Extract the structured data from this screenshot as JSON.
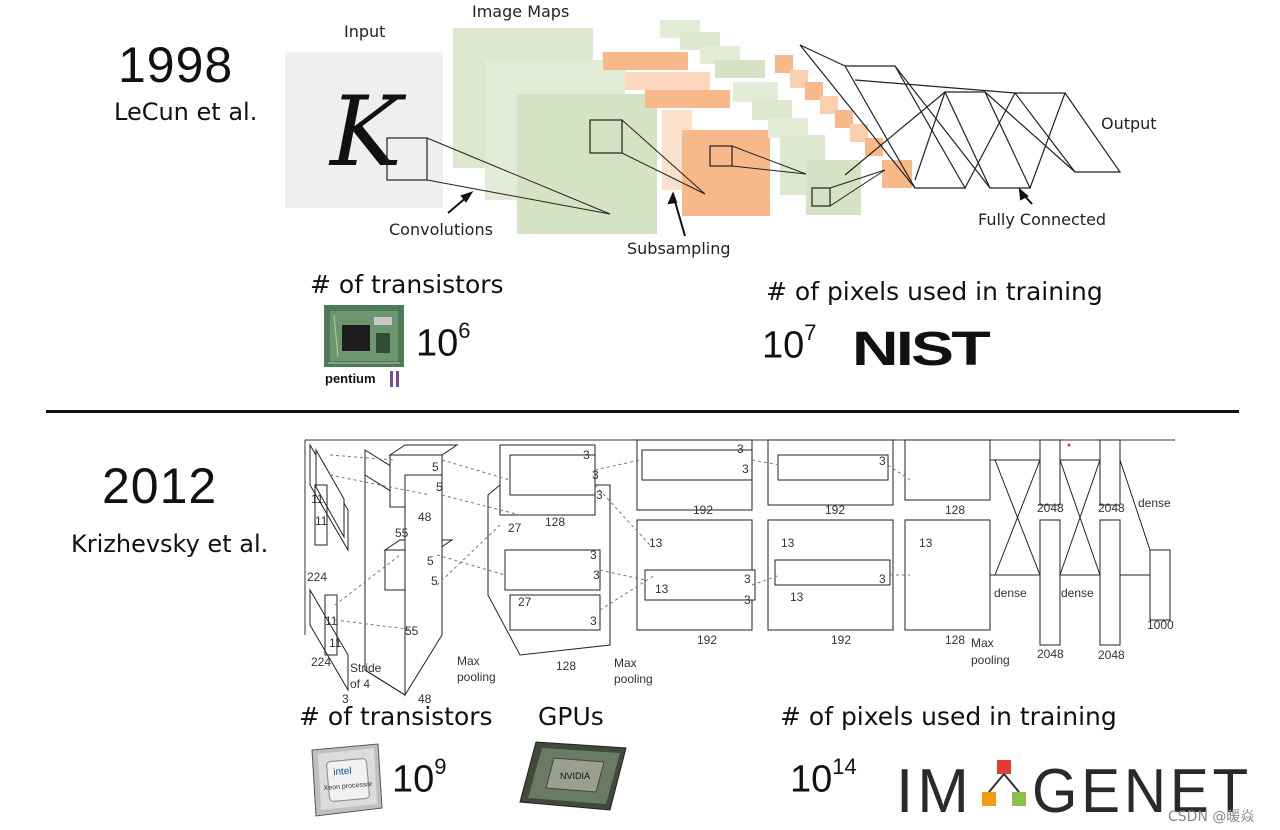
{
  "top": {
    "year": "1998",
    "authors": "LeCun et al.",
    "labels": {
      "input": "Input",
      "input_glyph": "K",
      "image_maps": "Image Maps",
      "convolutions": "Convolutions",
      "subsampling": "Subsampling",
      "output": "Output",
      "fully_connected": "Fully Connected"
    },
    "transistors": {
      "label": "# of transistors",
      "base": "10",
      "exponent": "6",
      "chip_name": "pentium"
    },
    "pixels": {
      "label": "# of pixels used in training",
      "base": "10",
      "exponent": "7",
      "dataset": "NIST"
    }
  },
  "bottom": {
    "year": "2012",
    "authors": "Krizhevsky et al.",
    "arch_labels": {
      "n11a": "11",
      "n11b": "11",
      "n11c": "11",
      "n11d": "11",
      "n224a": "224",
      "n224b": "224",
      "stride": "Stride",
      "of4": "of 4",
      "n3": "3",
      "n5a": "5",
      "n5b": "5",
      "n5c": "5",
      "n5d": "5",
      "n55a": "55",
      "n55b": "55",
      "n48a": "48",
      "n48b": "48",
      "maxpool1": "Max",
      "maxpool1b": "pooling",
      "n27a": "27",
      "n27b": "27",
      "n128a": "128",
      "n128b": "128",
      "n3a": "3",
      "n3b": "3",
      "n3c": "3",
      "n3d": "3",
      "n3e": "3",
      "n3f": "3",
      "maxpool2": "Max",
      "maxpool2b": "pooling",
      "n13a": "13",
      "n13b": "13",
      "n13c": "13",
      "n13d": "13",
      "n13e": "13",
      "n192a": "192",
      "n192b": "192",
      "n192c": "192",
      "n192d": "192",
      "n3g": "3",
      "n3h": "3",
      "n3i": "3",
      "n3j": "3",
      "n3k": "3",
      "n3l": "3",
      "n128c": "128",
      "n128d": "128",
      "maxpool3": "Max",
      "maxpool3b": "pooling",
      "n2048a": "2048",
      "n2048b": "2048",
      "n2048c": "2048",
      "n2048d": "2048",
      "dense1": "dense",
      "dense2": "dense",
      "dense3": "dense",
      "n1000": "1000"
    },
    "transistors": {
      "label": "# of transistors",
      "base": "10",
      "exponent": "9",
      "chip_name": "Xeon processor",
      "chip_brand": "intel"
    },
    "gpus": {
      "label": "GPUs",
      "chip_brand": "NVIDIA"
    },
    "pixels": {
      "label": "# of pixels used in training",
      "base": "10",
      "exponent": "14",
      "dataset_left": "IM",
      "dataset_right": "GENET"
    }
  },
  "watermark": "CSDN @暖焱",
  "colors": {
    "green": "#dde8cf",
    "orange": "#f7b88a",
    "gray": "#eeeeee",
    "line": "#222222"
  }
}
